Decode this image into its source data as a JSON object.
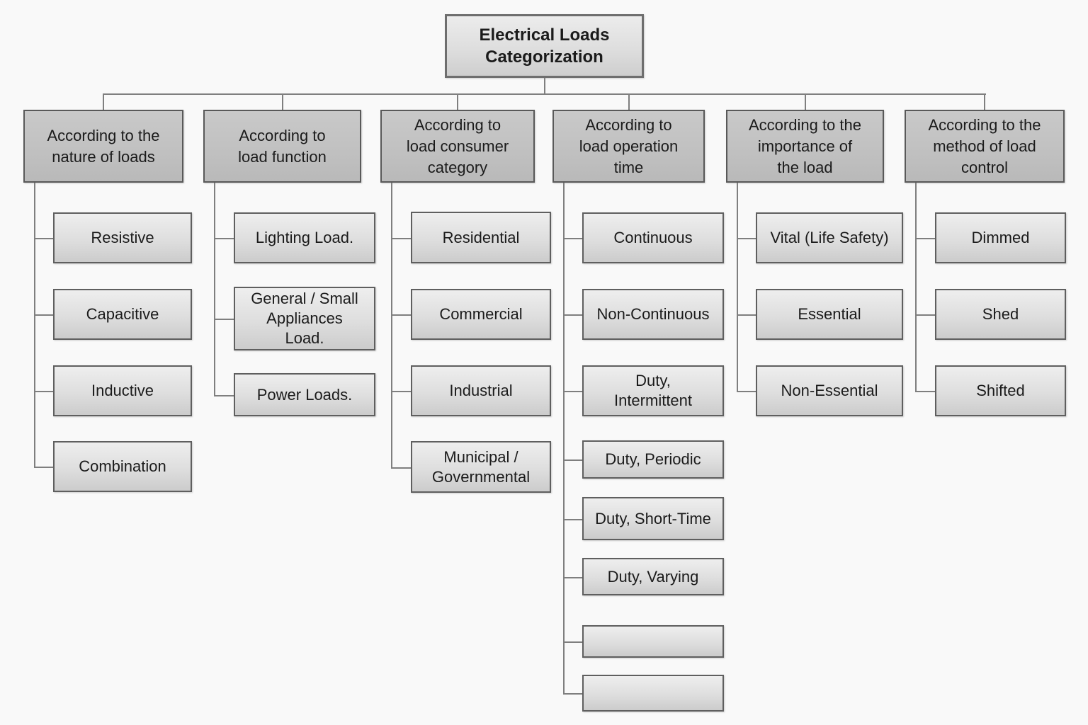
{
  "title": "Electrical Loads\nCategorization",
  "columns": [
    {
      "header": "According to the\nnature of loads",
      "children": [
        "Resistive",
        "Capacitive",
        "Inductive",
        "Combination"
      ]
    },
    {
      "header": "According to\nload function",
      "children": [
        "Lighting Load.",
        "General / Small\nAppliances\nLoad.",
        "Power Loads."
      ]
    },
    {
      "header": "According to\nload consumer\ncategory",
      "children": [
        "Residential",
        "Commercial",
        "Industrial",
        "Municipal /\nGovernmental"
      ]
    },
    {
      "header": "According to\nload operation\ntime",
      "children": [
        "Continuous",
        "Non-Continuous",
        "Duty,\nIntermittent",
        "Duty, Periodic",
        "Duty, Short-Time",
        "Duty, Varying",
        "",
        ""
      ]
    },
    {
      "header": "According to the\nimportance of\nthe load",
      "children": [
        "Vital (Life Safety)",
        "Essential",
        "Non-Essential"
      ]
    },
    {
      "header": "According to the\nmethod of load\ncontrol",
      "children": [
        "Dimmed",
        "Shed",
        "Shifted"
      ]
    }
  ],
  "colors": {
    "connector": "#7f7f7f",
    "header_fill": "#c1c1c1",
    "child_fill_top": "#eeeeee",
    "child_fill_bottom": "#cccccc",
    "border": "#595959",
    "background": "#f9f9f9"
  }
}
